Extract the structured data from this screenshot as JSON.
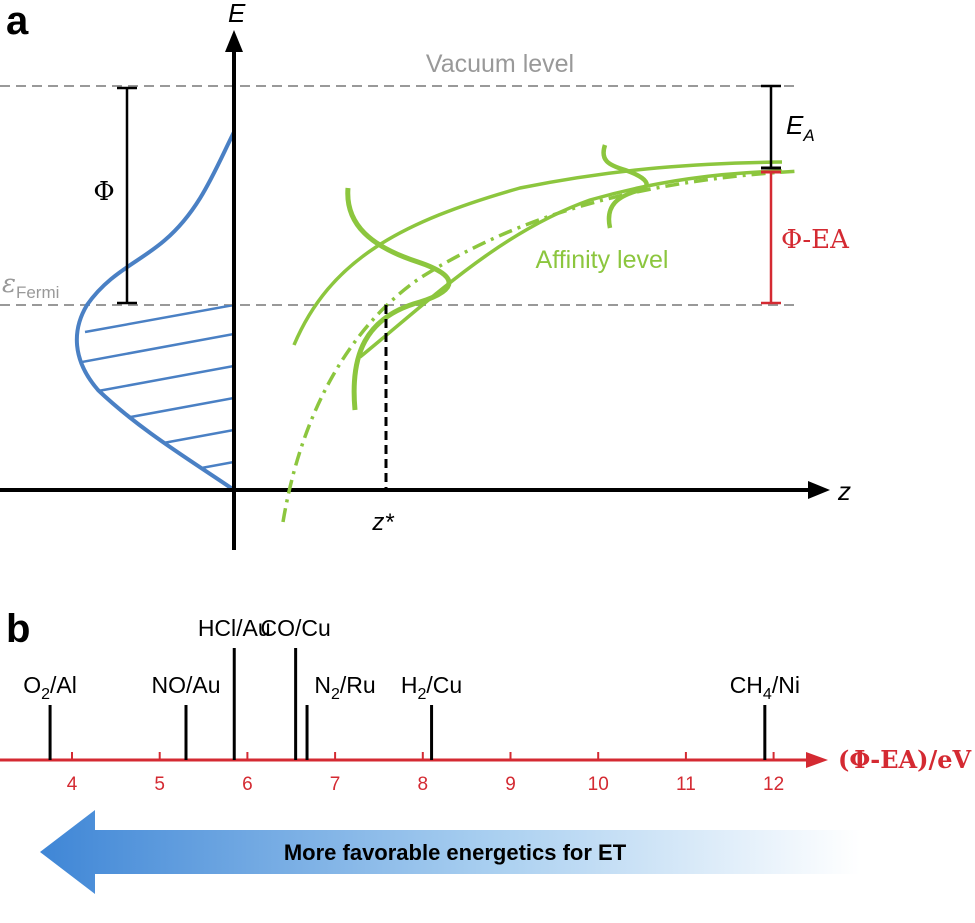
{
  "panel_a": {
    "letter": "a",
    "axis_e_label": "E",
    "axis_z_label": "z",
    "vacuum_label": "Vacuum level",
    "fermi_symbol": "ε",
    "fermi_subscript": "Fermi",
    "phi_label": "Φ",
    "ea_symbol": "E",
    "ea_subscript": "A",
    "phi_minus_ea_label": "Φ-EA",
    "affinity_label": "Affinity level",
    "zstar_label": "z*",
    "colors": {
      "vacuum_line": "#999999",
      "dos_curve": "#4a80c4",
      "affinity": "#8cc63e",
      "phi_ea": "#d42a32"
    }
  },
  "panel_b": {
    "letter": "b",
    "axis_label": "(Φ-EA)/eV",
    "arrow_text": "More favorable energetics for ET",
    "colors": {
      "axis": "#d42a32",
      "arrow": "#4a8fd8"
    },
    "chart_data": {
      "type": "scatter",
      "title": "",
      "xlabel": "(Φ-EA)/eV",
      "xlim": [
        3.5,
        12.8
      ],
      "ticks": [
        4,
        5,
        6,
        7,
        8,
        9,
        10,
        11,
        12
      ],
      "systems": [
        {
          "label": "O",
          "sub": "2",
          "rest": "/Al",
          "value": 3.75,
          "tall": false
        },
        {
          "label": "NO/Au",
          "sub": "",
          "rest": "",
          "value": 5.3,
          "tall": false
        },
        {
          "label": "HCl/Au",
          "sub": "",
          "rest": "",
          "value": 5.85,
          "tall": true
        },
        {
          "label": "CO/Cu",
          "sub": "",
          "rest": "",
          "value": 6.55,
          "tall": true
        },
        {
          "label": "N",
          "sub": "2",
          "rest": "/Ru",
          "value": 6.68,
          "tall": false
        },
        {
          "label": "H",
          "sub": "2",
          "rest": "/Cu",
          "value": 8.1,
          "tall": false
        },
        {
          "label": "CH",
          "sub": "4",
          "rest": "/Ni",
          "value": 11.9,
          "tall": false
        }
      ]
    }
  }
}
